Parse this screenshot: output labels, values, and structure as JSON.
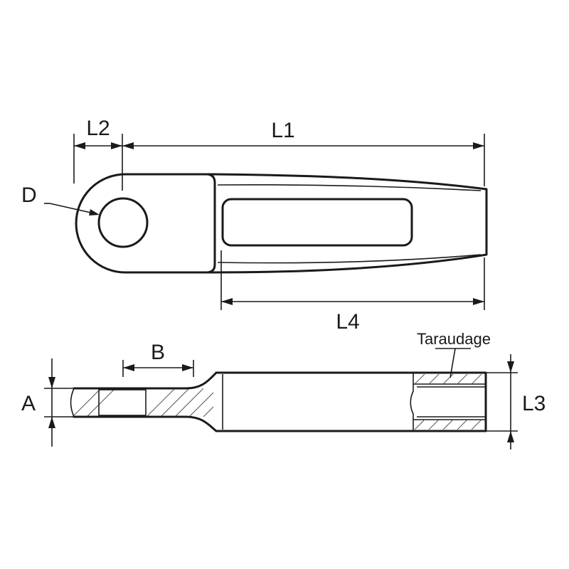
{
  "labels": {
    "L1": "L1",
    "L2": "L2",
    "L3": "L3",
    "L4": "L4",
    "D": "D",
    "A": "A",
    "B": "B",
    "thread": "Taraudage"
  }
}
